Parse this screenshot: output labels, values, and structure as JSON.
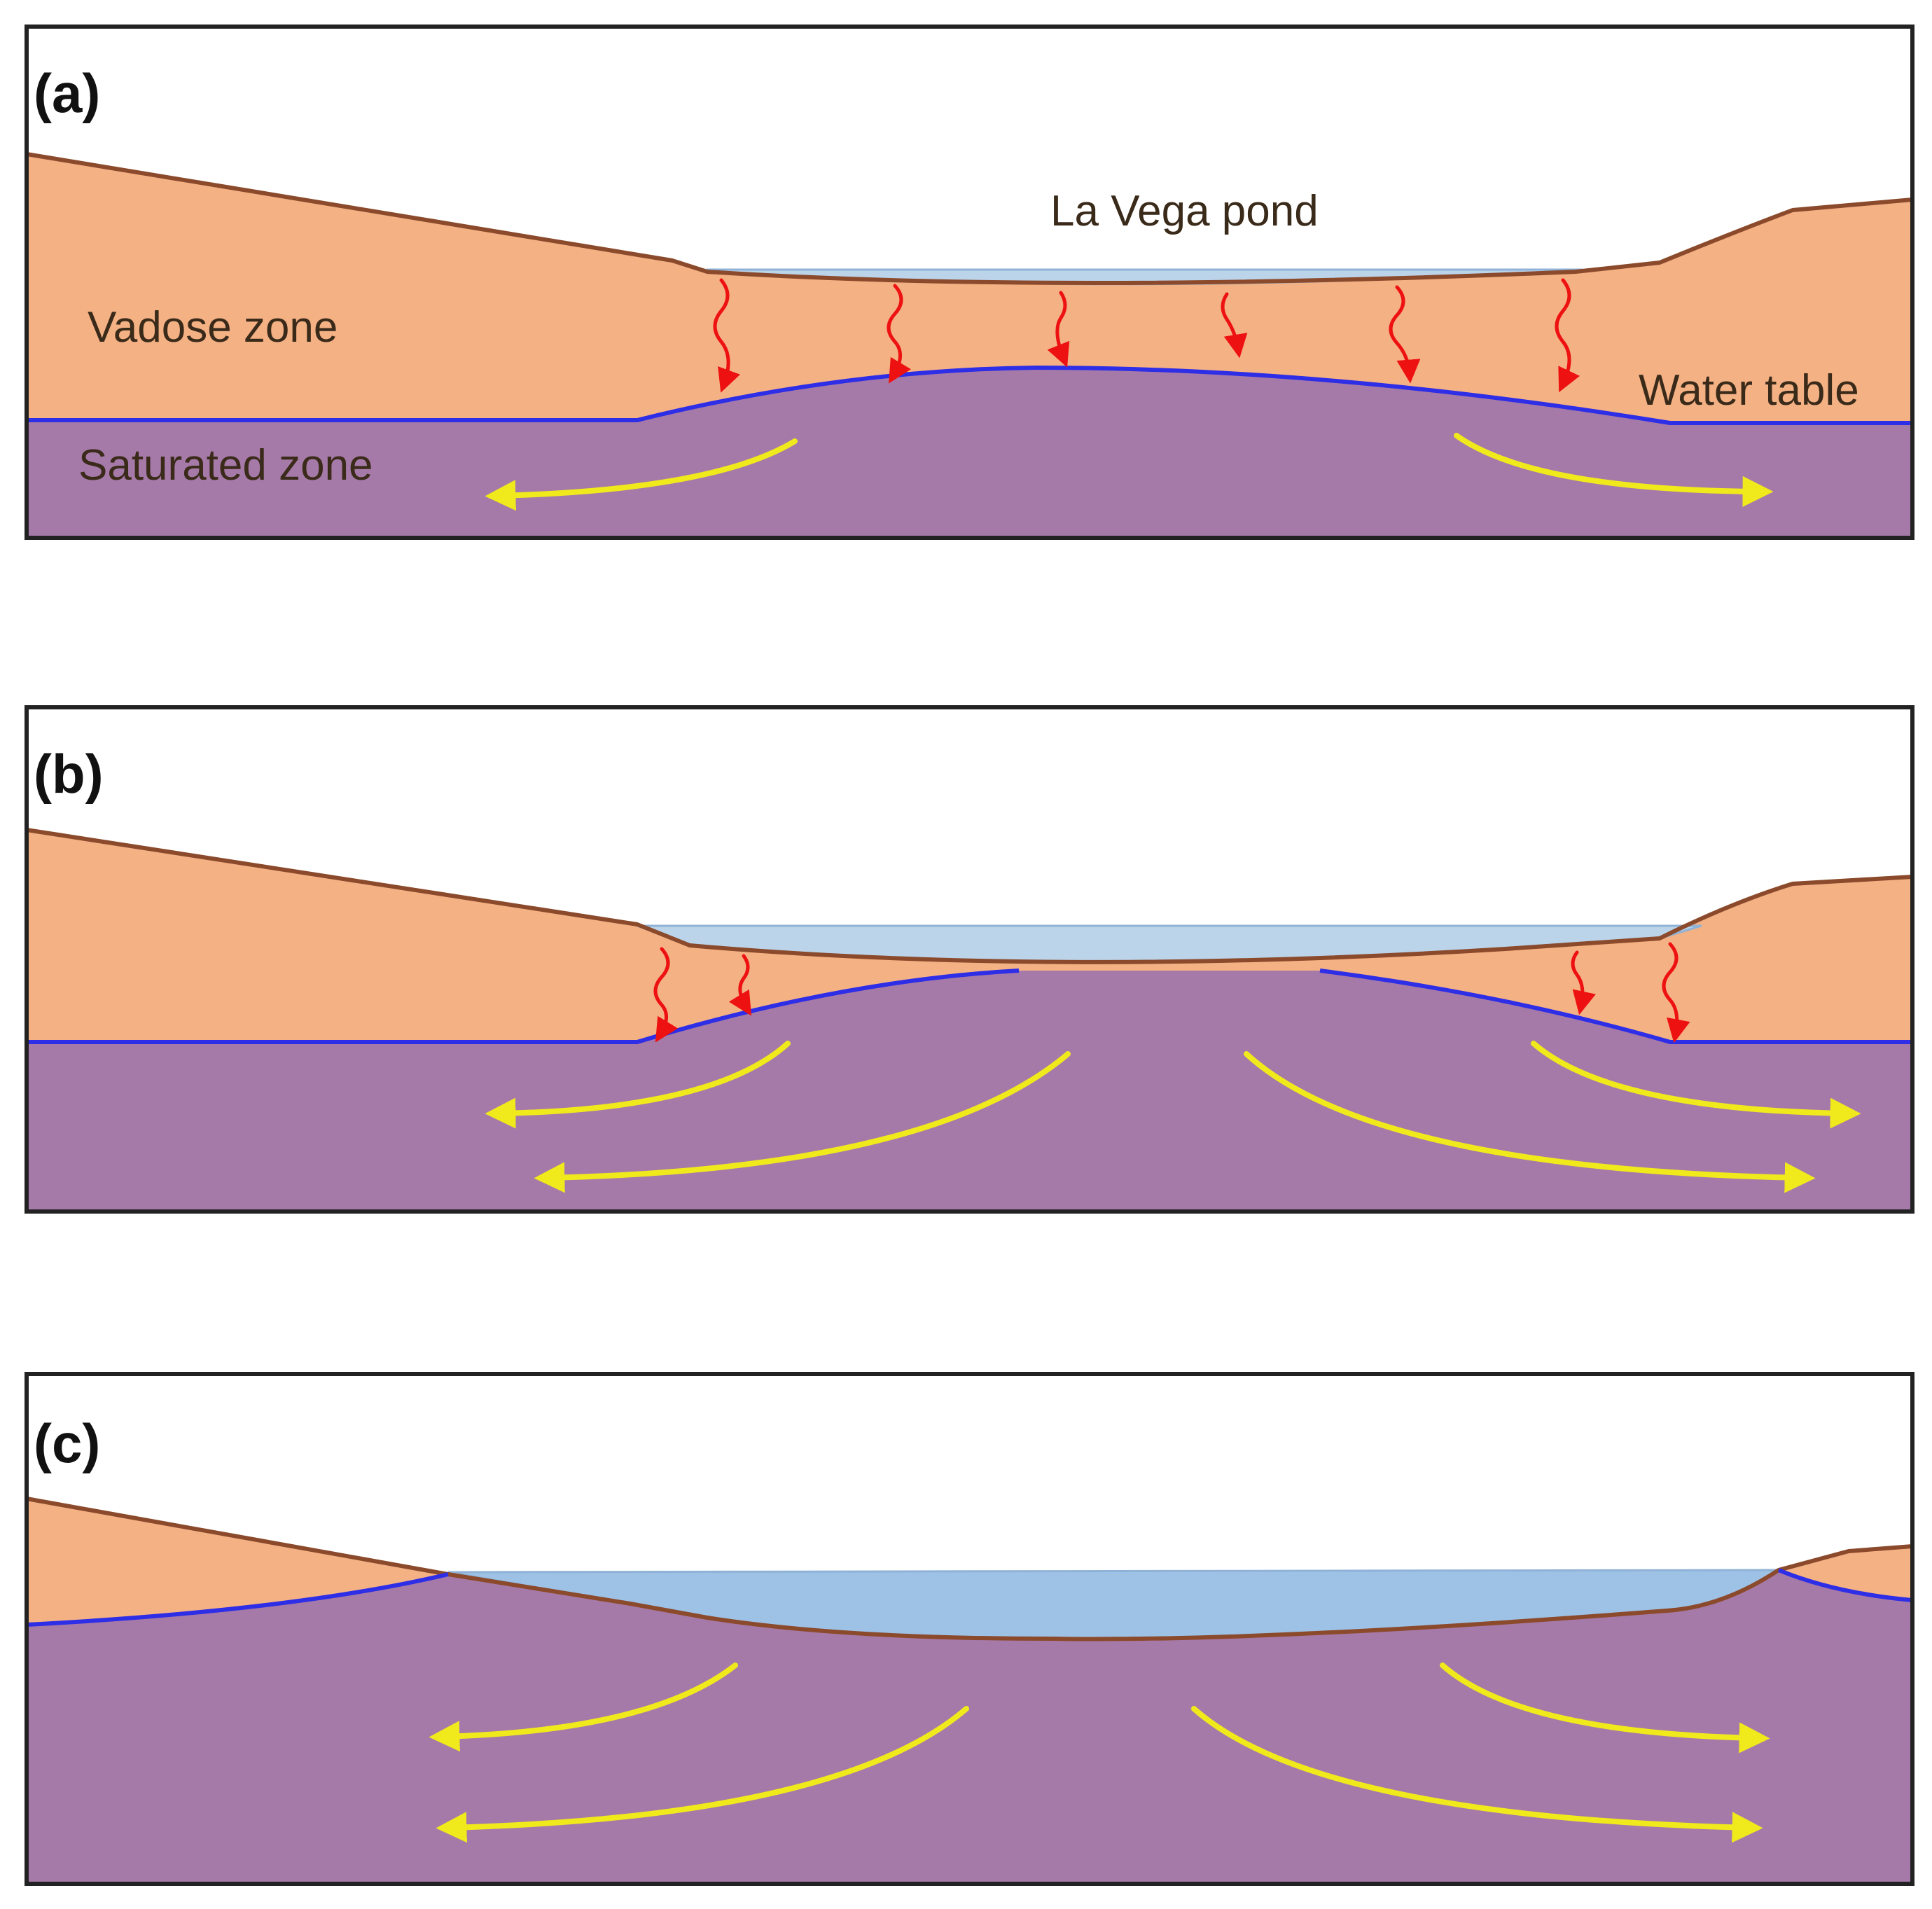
{
  "panels": [
    {
      "id": "a",
      "label": "(a)"
    },
    {
      "id": "b",
      "label": "(b)"
    },
    {
      "id": "c",
      "label": "(c)"
    }
  ],
  "labels": {
    "pond": "La Vega pond",
    "vadose_zone": "Vadose zone",
    "water_table": "Water table",
    "saturated_zone": "Saturated zone"
  },
  "colors": {
    "vadose": "#f4b184",
    "saturated": "#a67aa8",
    "pond_water": "#bcd4ea",
    "ground_line": "#8b4a2b",
    "water_table_line": "#2e2ee6",
    "infiltration_arrows": "#ee1111",
    "groundwater_flow_arrows": "#f0ea1c"
  }
}
